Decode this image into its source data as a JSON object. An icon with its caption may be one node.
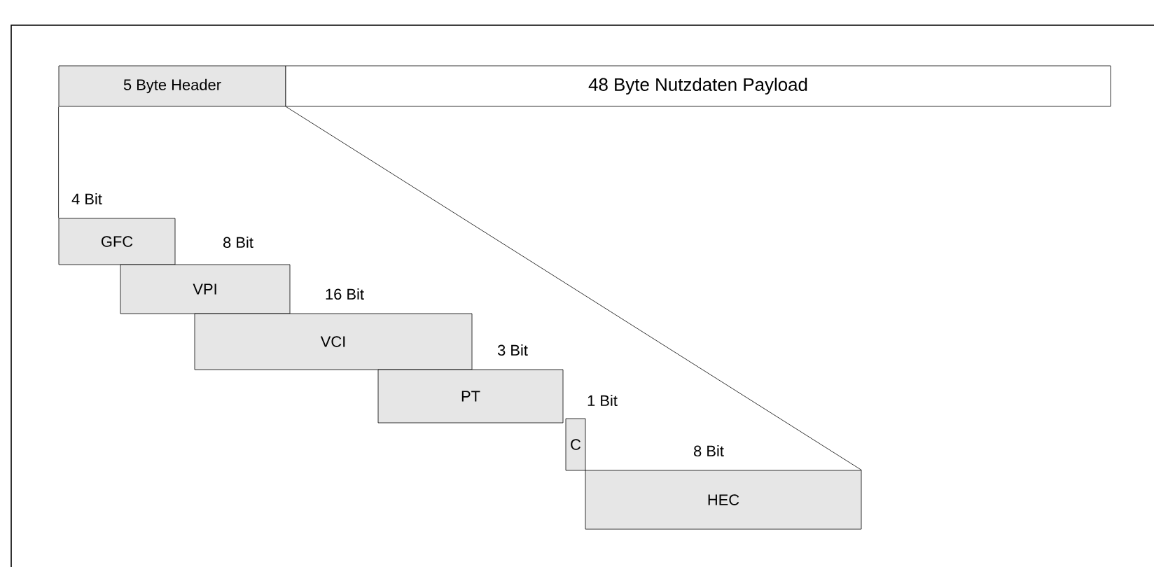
{
  "diagram": {
    "nodes": [
      {
        "text": [
          "5 Byte Header"
        ]
      },
      {
        "text": [
          "48 Byte Nutzdaten Payload"
        ]
      },
      {
        "text": [
          "GFC"
        ],
        "beside": [
          "4 Bit"
        ]
      },
      {
        "text": [
          "VPI"
        ],
        "beside": [
          "8 Bit"
        ]
      },
      {
        "text": [
          "VCI"
        ],
        "beside": [
          "16 Bit"
        ]
      },
      {
        "text": [
          "PT"
        ],
        "beside": [
          "3 Bit"
        ]
      },
      {
        "text": [
          "C"
        ],
        "beside": [
          "1 Bit"
        ]
      },
      {
        "text": [
          "HEC"
        ],
        "beside": [
          "8 Bit"
        ]
      }
    ],
    "edges": [
      {
        "from": 0,
        "to": 2,
        "arrow": "none"
      },
      {
        "from": 0,
        "to": 7,
        "arrow": "none"
      }
    ]
  }
}
